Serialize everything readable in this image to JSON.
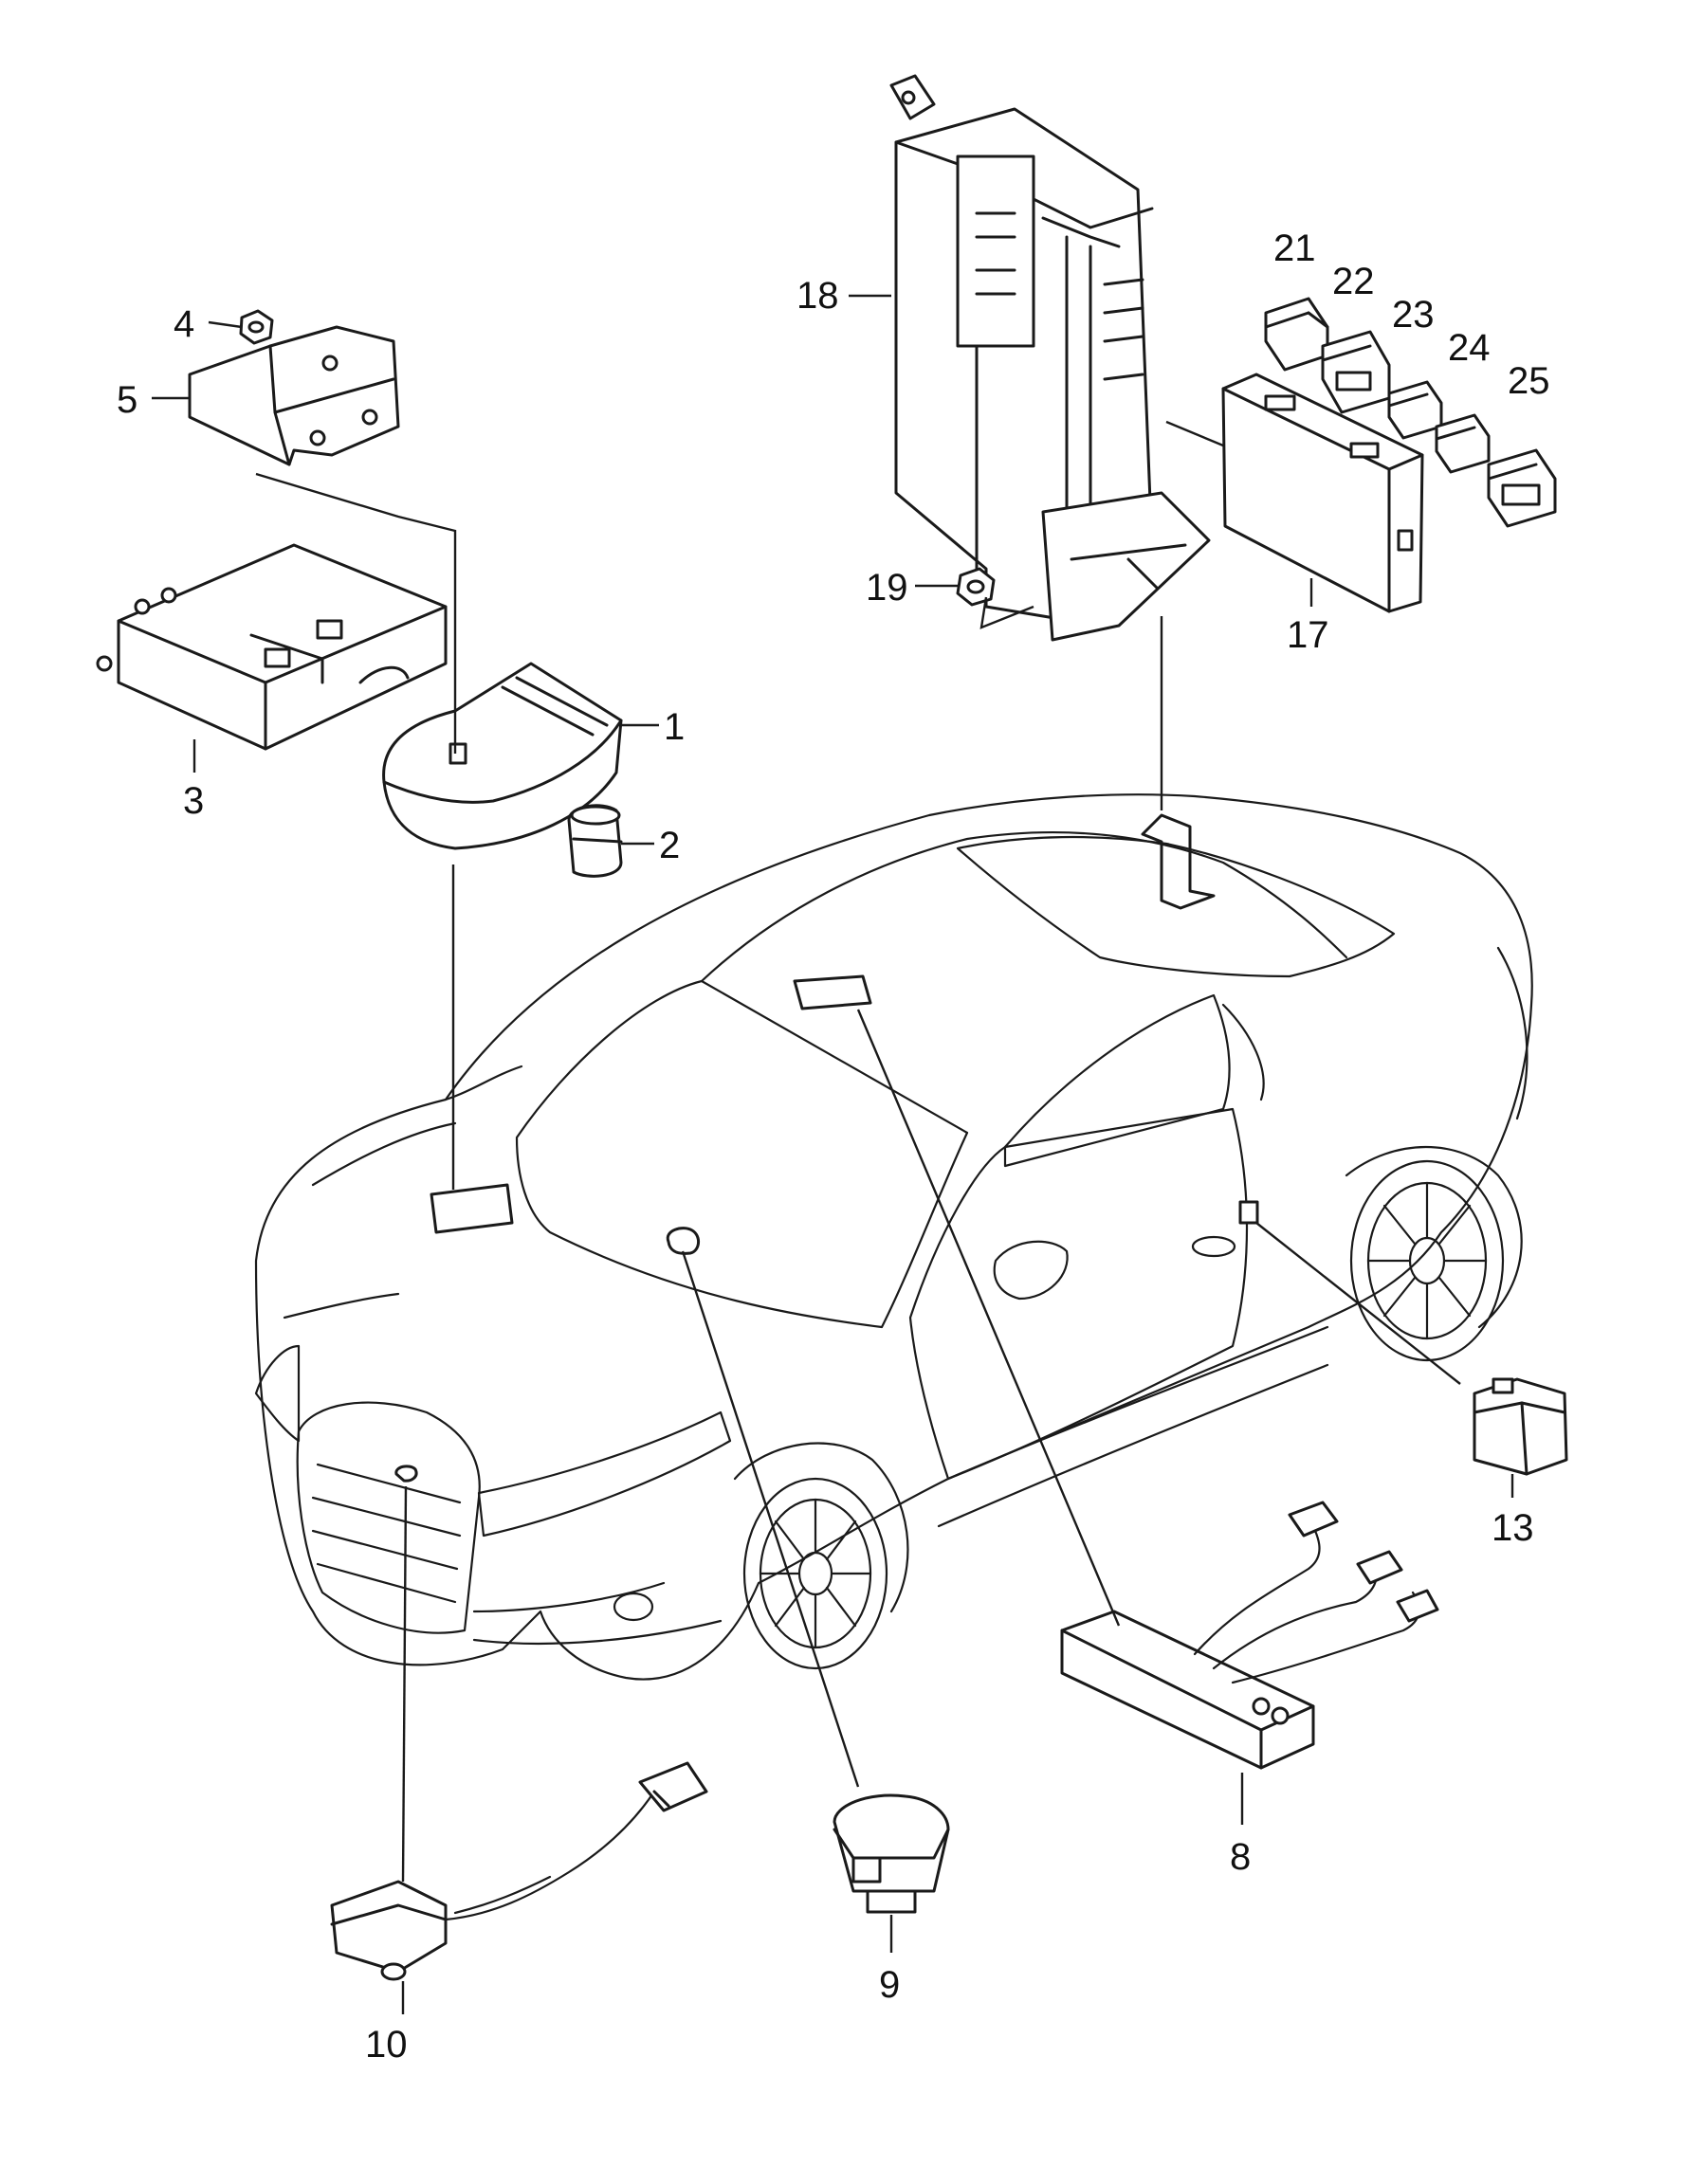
{
  "diagram": {
    "callouts": {
      "p1": "1",
      "p2": "2",
      "p3": "3",
      "p4": "4",
      "p5": "5",
      "p8": "8",
      "p9": "9",
      "p10": "10",
      "p13": "13",
      "p17": "17",
      "p18": "18",
      "p19": "19",
      "p21": "21",
      "p22": "22",
      "p23": "23",
      "p24": "24",
      "p25": "25"
    },
    "line_color": "#1a1a1a",
    "background": "#ffffff"
  }
}
